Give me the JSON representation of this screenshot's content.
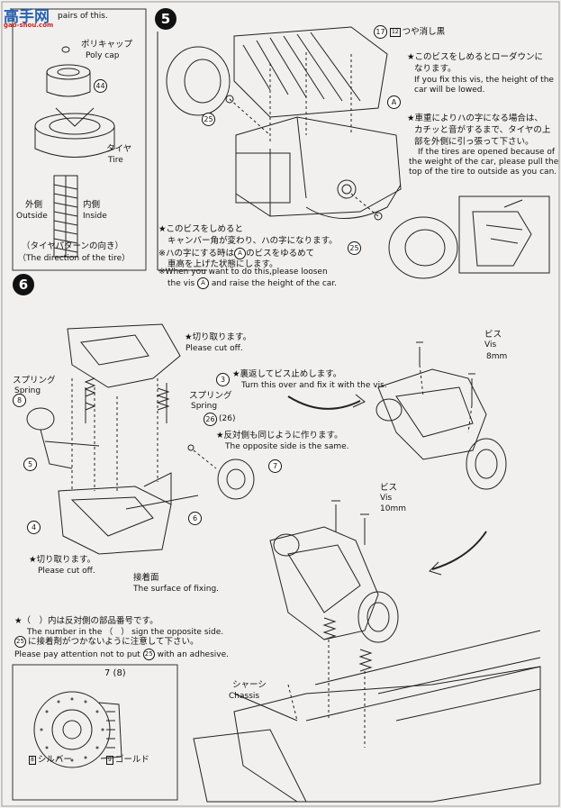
{
  "watermark": {
    "text": "高手网",
    "subtext": "gao-shou.com"
  },
  "tire_panel": {
    "intro": "pairs of this.",
    "poly_cap_ja": "ポリキャップ",
    "poly_cap_en": "Poly cap",
    "part44": "44",
    "tire_ja": "タイヤ",
    "tire_en": "Tire",
    "outside_ja": "外側",
    "outside_en": "Outside",
    "inside_ja": "内側",
    "inside_en": "Inside",
    "pattern_ja": "（タイヤパターンの向き）",
    "pattern_en": "（The direction of the tire）"
  },
  "step5": {
    "number": "5",
    "part17": "17",
    "ph12": "12",
    "matte_black": "つや消し黒",
    "lowdown_ja_1": "★このビスをしめるとローダウンに",
    "lowdown_ja_2": "なります。",
    "lowdown_en_1": "If you fix this vis, the height of the",
    "lowdown_en_2": "car will be lowed.",
    "weight_ja_1": "★車重によりハの字になる場合は、",
    "weight_ja_2": "カチッと音がするまで、タイヤの上",
    "weight_ja_3": "部を外側に引っ張って下さい。",
    "weight_en_1": "If the tires are opened because of",
    "weight_en_2": "the weight of the car, please pull the",
    "weight_en_3": "top of the tire to outside as you can.",
    "label_a": "A",
    "part25a": "25",
    "part25b": "25",
    "camber_ja_1": "★このビスをしめると",
    "camber_ja_2": "キャンバー角が変わり、ハの字になります。",
    "camber_ja_3": "※ハの字にする時は",
    "camber_ja_3b": "のビスをゆるめて",
    "camber_ja_4": "車高を上げた状態にします。",
    "camber_en_1": "※When you want to do this,please loosen",
    "camber_en_2": "the vis",
    "camber_en_2b": "and raise the height of the car."
  },
  "step6": {
    "number": "6",
    "cutoff_ja": "★切り取ります。",
    "cutoff_en": "Please cut off.",
    "part3": "3",
    "spring_ja": "スプリング",
    "spring_en": "Spring",
    "part8": "8",
    "turn_ja": "★裏返してビス止めします。",
    "turn_en": "Turn this over and fix it with the vis.",
    "part26": "26",
    "part26p": "(26)",
    "opposite_ja": "★反対側も同じように作ります。",
    "opposite_en": "The opposite side is the same.",
    "part5": "5",
    "part7": "7",
    "part4": "4",
    "part6": "6",
    "cutoff2_ja": "★切り取ります。",
    "cutoff2_en": "Please cut off.",
    "surface_ja": "接着面",
    "surface_en": "The surface of fixing.",
    "vis8_ja": "ビス",
    "vis8_en": "Vis",
    "vis8_size": "8mm",
    "vis10_ja": "ビス",
    "vis10_en": "Vis",
    "vis10_size": "10mm",
    "chassis_ja": "シャーシ",
    "chassis_en": "Chassis"
  },
  "notes": {
    "paren_ja": "★（　）内は反対側の部品番号です。",
    "paren_en": "The number in the （　） sign the opposite side.",
    "adhesive_ja": "に接着剤がつかないように注意して下さい。",
    "adhesive_en_1": "Please pay attention not to put",
    "adhesive_en_2": "with an adhesive.",
    "part25": "25"
  },
  "brake_panel": {
    "parts": "7 (8)",
    "ph8": "8",
    "silver": "シルバー",
    "ph9": "9",
    "gold": "ゴールド"
  }
}
